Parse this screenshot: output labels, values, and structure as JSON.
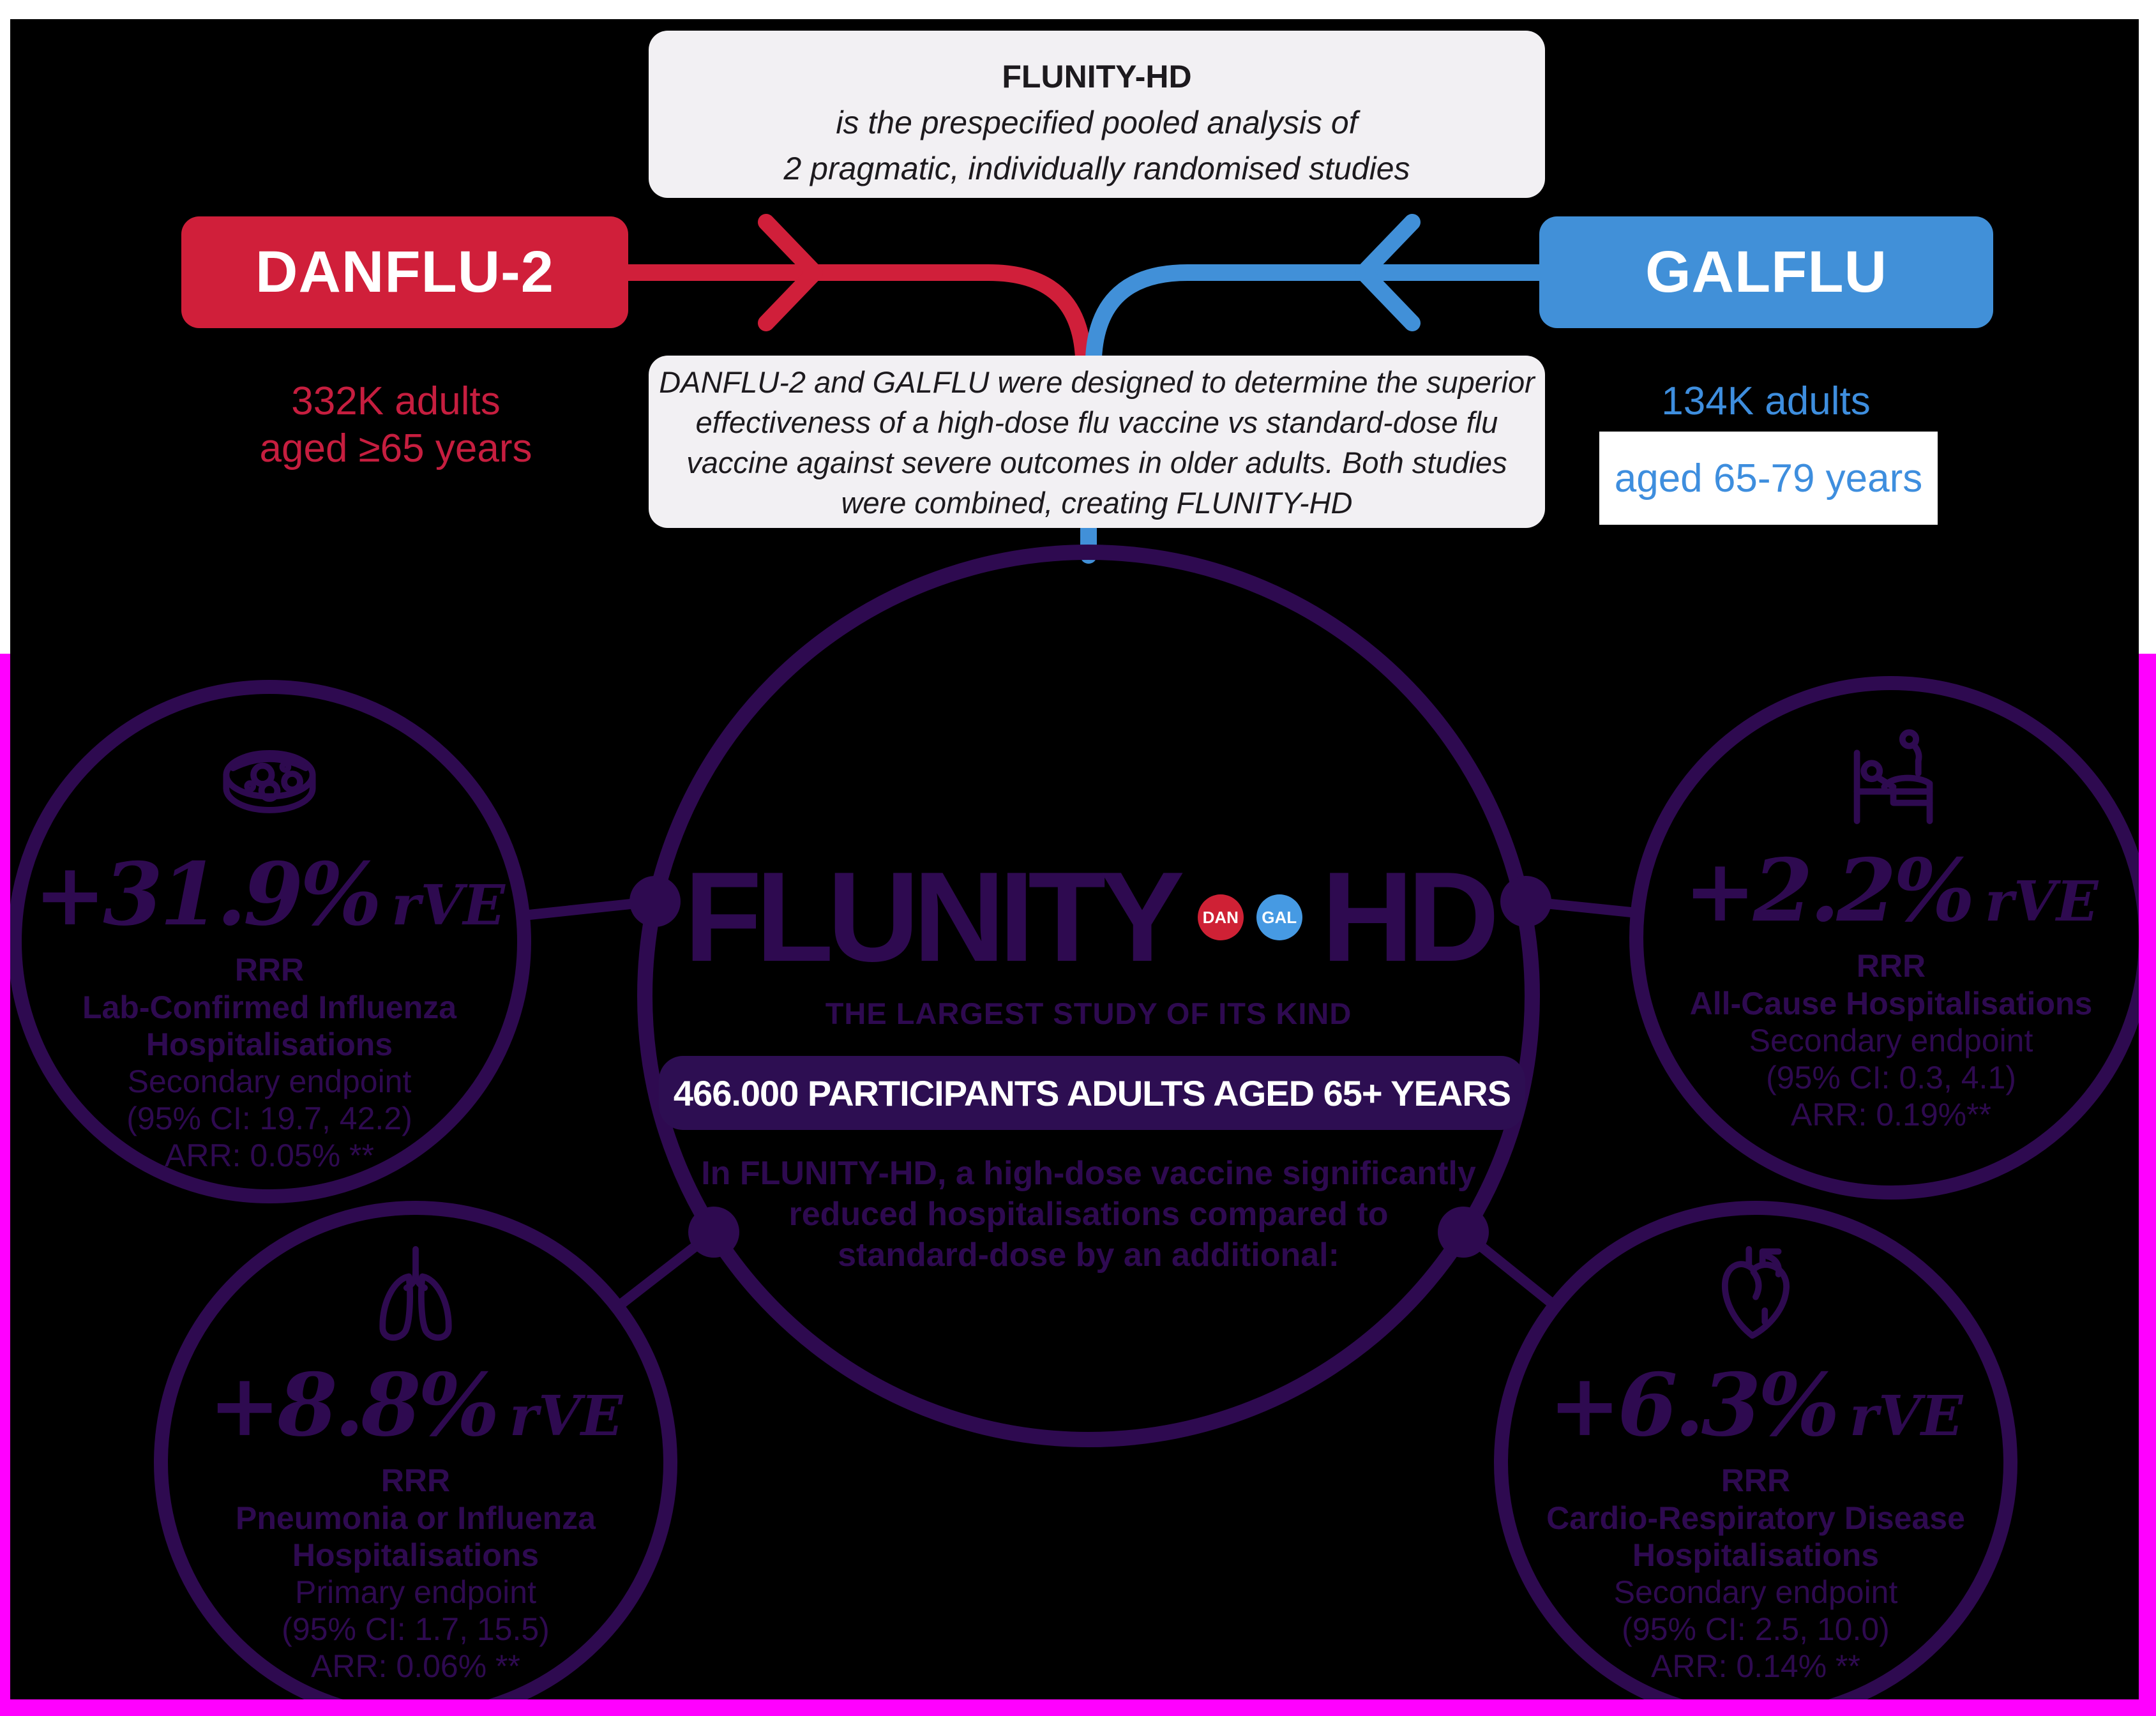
{
  "colors": {
    "purple": "#2e0a50",
    "danflu_red": "#d01f3a",
    "galflu_blue": "#4190d8",
    "accent_magenta": "#ff00ff"
  },
  "top_note": {
    "title": "FLUNITY-HD",
    "line1": "is the prespecified pooled analysis of",
    "line2": "2 pragmatic, individually randomised studies"
  },
  "studies": {
    "danflu": {
      "label": "DANFLU-2",
      "population": "332K adults",
      "age": "aged ≥65 years"
    },
    "galflu": {
      "label": "GALFLU",
      "population": "134K adults",
      "age": "aged 65-79 years"
    }
  },
  "design_note": {
    "line1": "DANFLU-2 and GALFLU were designed to determine the superior",
    "line2": "effectiveness of a high-dose flu vaccine vs standard-dose flu",
    "line3": "vaccine against severe outcomes in older adults. Both studies",
    "line4": "were combined, creating FLUNITY-HD"
  },
  "hub": {
    "title_left": "FLUNITY",
    "title_right": "HD",
    "dan_badge": "DAN",
    "gal_badge": "GAL",
    "tagline": "THE LARGEST STUDY OF ITS KIND",
    "participants": "466.000 PARTICIPANTS ADULTS AGED 65+ YEARS",
    "body_line1": "In FLUNITY-HD, a high-dose vaccine significantly",
    "body_line2": "reduced hospitalisations compared to",
    "body_line3": "standard-dose by an additional:"
  },
  "endpoints": [
    {
      "icon": "petri-dish-icon",
      "value": "+31.9%",
      "unit": "rVE",
      "measure": "RRR",
      "name_lines": [
        "Lab-Confirmed Influenza",
        "Hospitalisations"
      ],
      "endpoint_type": "Secondary endpoint",
      "ci": "(95% CI: 19.7, 42.2)",
      "arr": "ARR: 0.05% **"
    },
    {
      "icon": "hospital-bed-icon",
      "value": "+2.2%",
      "unit": "rVE",
      "measure": "RRR",
      "name_lines": [
        "All-Cause Hospitalisations"
      ],
      "endpoint_type": "Secondary endpoint",
      "ci": "(95% CI: 0.3, 4.1)",
      "arr": "ARR: 0.19%**"
    },
    {
      "icon": "lungs-icon",
      "value": "+8.8%",
      "unit": "rVE",
      "measure": "RRR",
      "name_lines": [
        "Pneumonia or Influenza",
        "Hospitalisations"
      ],
      "endpoint_type": "Primary endpoint",
      "ci": "(95% CI: 1.7, 15.5)",
      "arr": "ARR: 0.06% **"
    },
    {
      "icon": "heart-icon",
      "value": "+6.3%",
      "unit": "rVE",
      "measure": "RRR",
      "name_lines": [
        "Cardio-Respiratory Disease",
        "Hospitalisations"
      ],
      "endpoint_type": "Secondary endpoint",
      "ci": "(95% CI: 2.5, 10.0)",
      "arr": "ARR: 0.14% **"
    }
  ]
}
